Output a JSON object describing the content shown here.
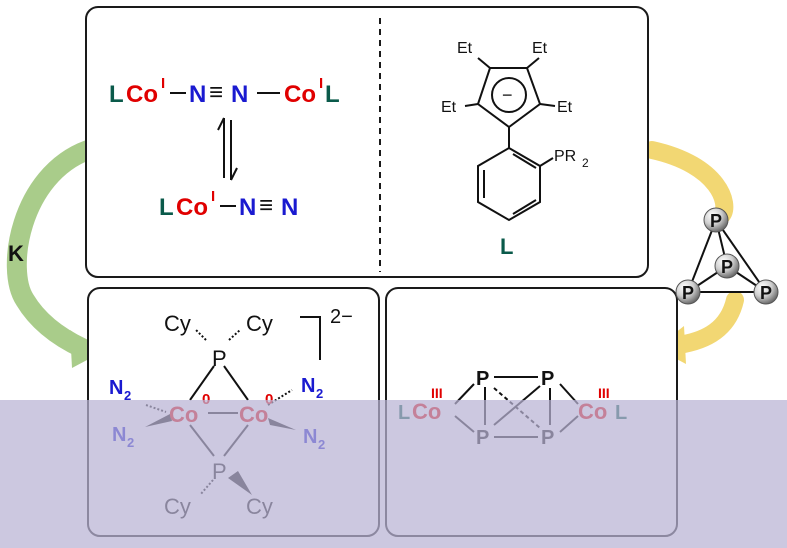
{
  "colors": {
    "cobalt": "#e00000",
    "ligand": "#0a5a4a",
    "nitrogen": "#1a1ad0",
    "green_arrow": "#a9cc8a",
    "yellow_arrow": "#f2d773",
    "overlay": "#b9b3d4"
  },
  "top_left": {
    "dimer": {
      "l_left": "L",
      "co_left": "Co",
      "ox_left": "I",
      "n1": "N",
      "triple": "≡",
      "n2": "N",
      "co_right": "Co",
      "ox_right": "I",
      "l_right": "L"
    },
    "monomer": {
      "l": "L",
      "co": "Co",
      "ox": "I",
      "n1": "N",
      "triple": "≡",
      "n2": "N"
    },
    "equilibrium_icon": "equilibrium-arrows"
  },
  "top_right": {
    "et_top_left": "Et",
    "et_top_right": "Et",
    "et_mid_left": "Et",
    "et_mid_right": "Et",
    "charge": "−",
    "pr2": "PR",
    "pr2_sub": "2",
    "ligand_label": "L"
  },
  "arrows": {
    "left_label": "K"
  },
  "p4": {
    "p_top": "P",
    "p_mid": "P",
    "p_left": "P",
    "p_right": "P"
  },
  "bottom_left": {
    "cy_top_left": "Cy",
    "cy_top_right": "Cy",
    "cy_bottom_left": "Cy",
    "cy_bottom_right": "Cy",
    "p_top": "P",
    "p_bottom": "P",
    "co_left": "Co",
    "co_right": "Co",
    "ox_left": "0",
    "ox_right": "0",
    "charge": "2−",
    "n2_tl": "N",
    "n2_tl_sub": "2",
    "n2_bl": "N",
    "n2_bl_sub": "2",
    "n2_tr": "N",
    "n2_tr_sub": "2",
    "n2_br": "N",
    "n2_br_sub": "2"
  },
  "bottom_right": {
    "l_left": "L",
    "co_left": "Co",
    "ox_left": "III",
    "co_right": "Co",
    "ox_right": "III",
    "l_right": "L",
    "p_tl": "P",
    "p_tr": "P",
    "p_bl": "P",
    "p_br": "P"
  }
}
